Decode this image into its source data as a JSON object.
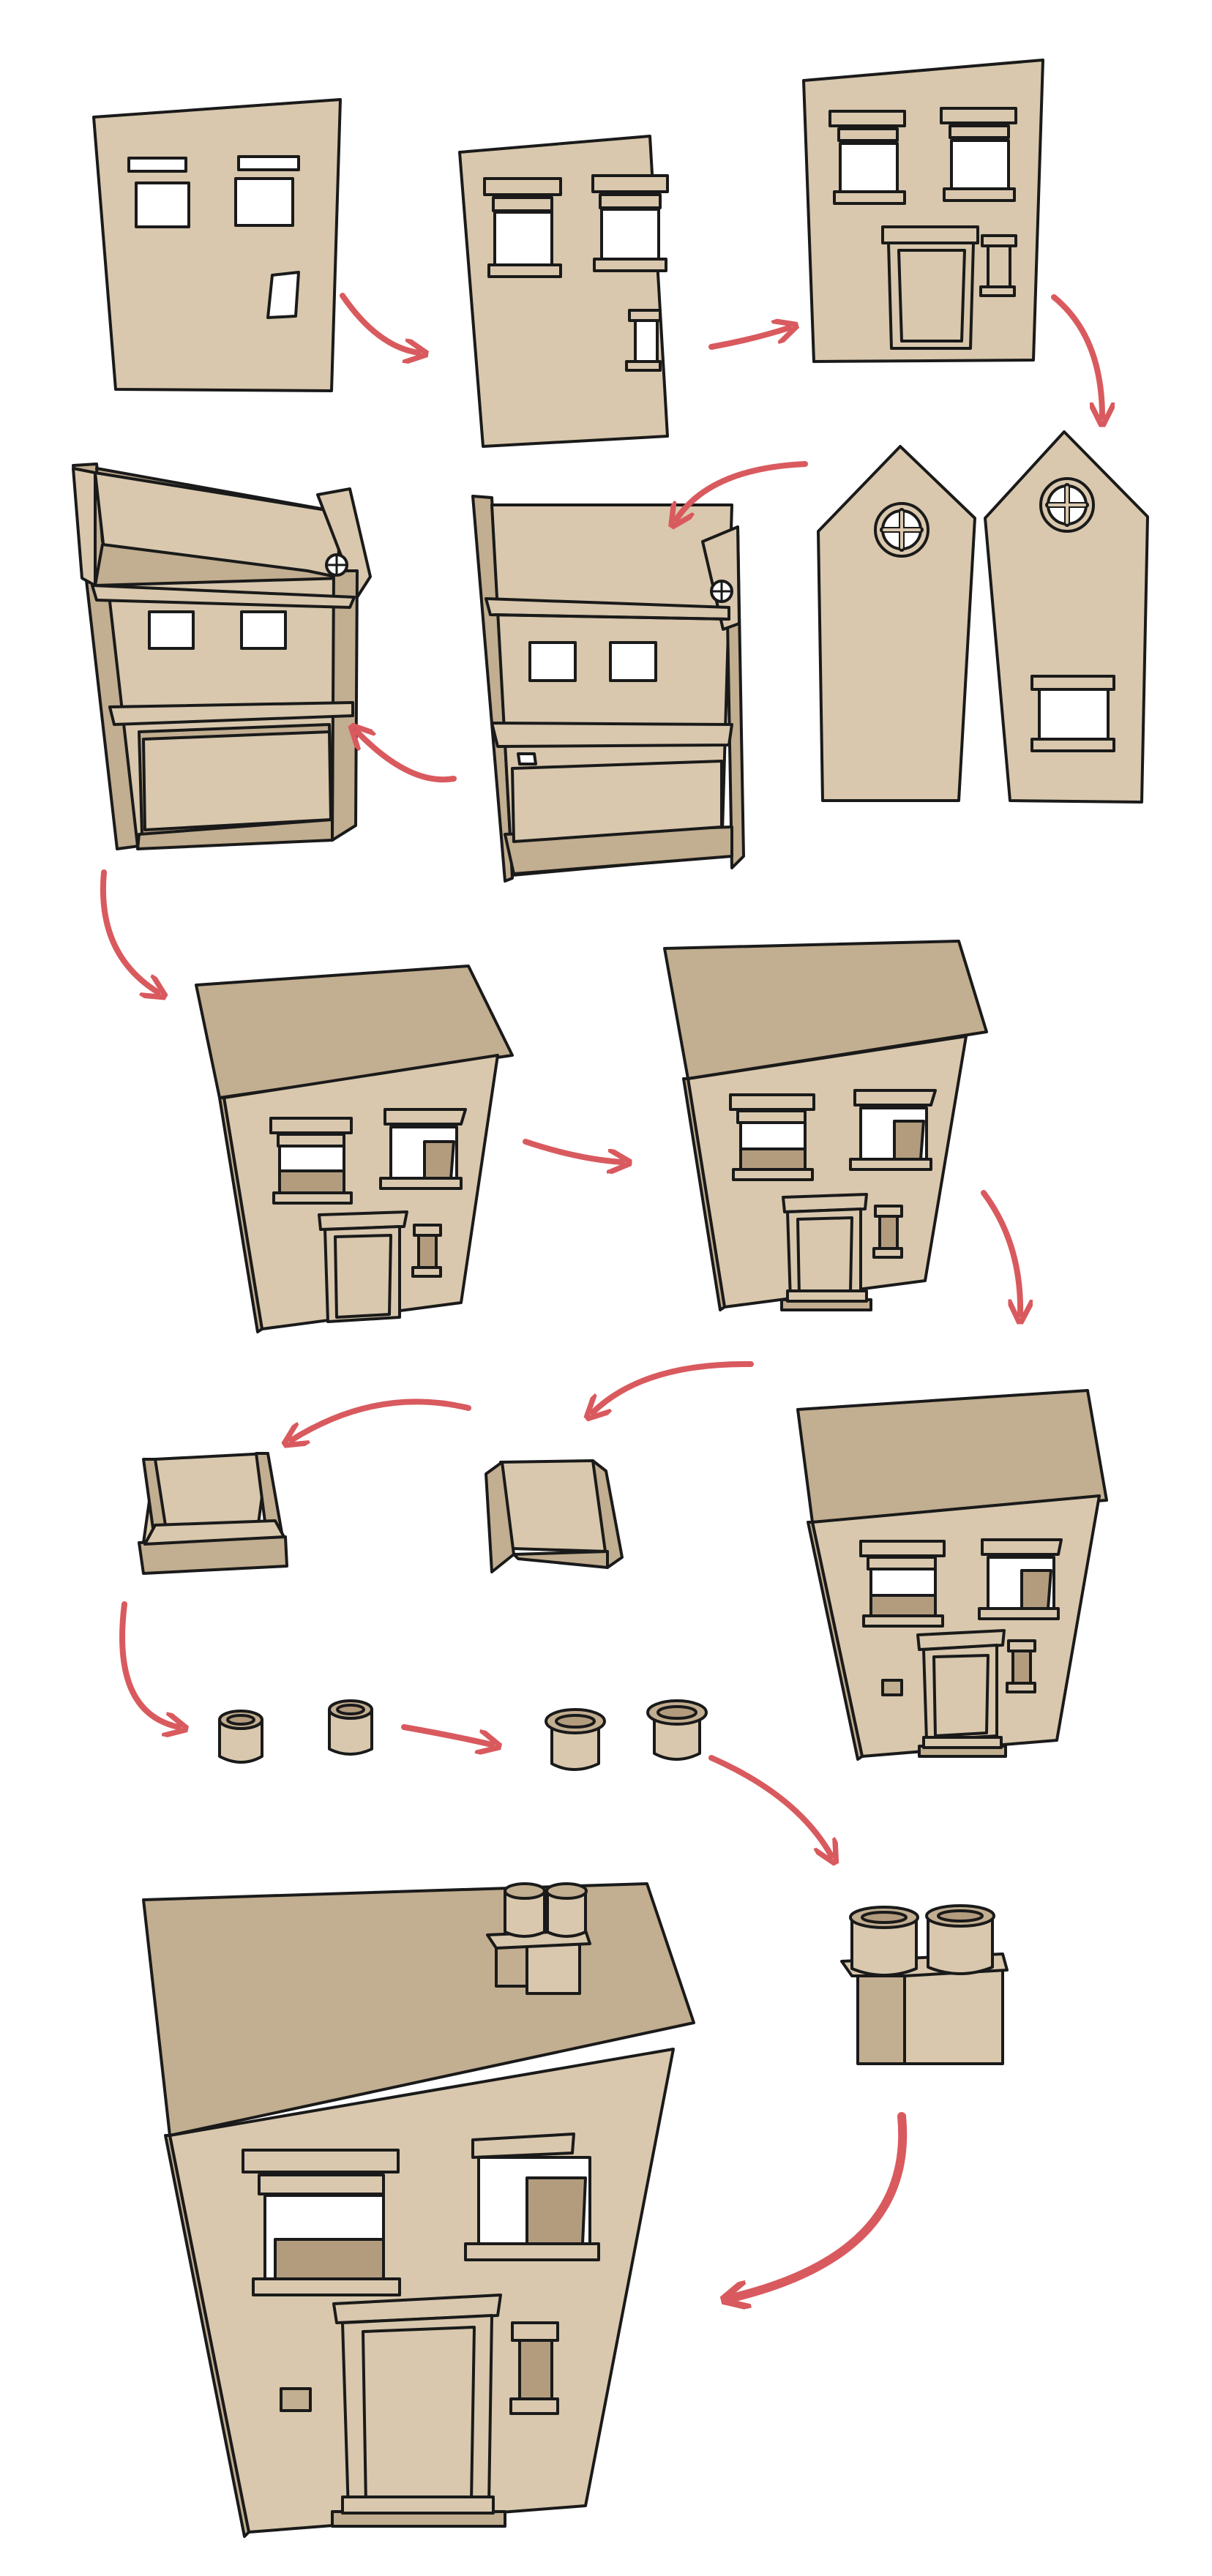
{
  "diagram": {
    "kind": "illustrated step-by-step build sequence",
    "palette": {
      "cardboard": "#d9c8ad",
      "cardboard_dark": "#c2ae90",
      "cardboard_shadow": "#b39c7e",
      "outline": "#1a1a1a",
      "glass": "#ffffff",
      "arrow": "#d95a5e",
      "background": "#ffffff"
    },
    "steps": [
      {
        "name": "flat-front-panel-cutouts"
      },
      {
        "name": "front-panel-window-frames"
      },
      {
        "name": "front-panel-door-added"
      },
      {
        "name": "gable-side-panels"
      },
      {
        "name": "carcass-side-walls-and-floors"
      },
      {
        "name": "carcass-with-roof-slope"
      },
      {
        "name": "assembled-house-front-roof"
      },
      {
        "name": "house-with-doorstep"
      },
      {
        "name": "house-with-wall-vent"
      },
      {
        "name": "chimney-box-bent"
      },
      {
        "name": "chimney-box-folded"
      },
      {
        "name": "chimney-pots-plain"
      },
      {
        "name": "chimney-pots-rimmed"
      },
      {
        "name": "chimney-stack-assembled"
      },
      {
        "name": "finished-house"
      }
    ]
  }
}
